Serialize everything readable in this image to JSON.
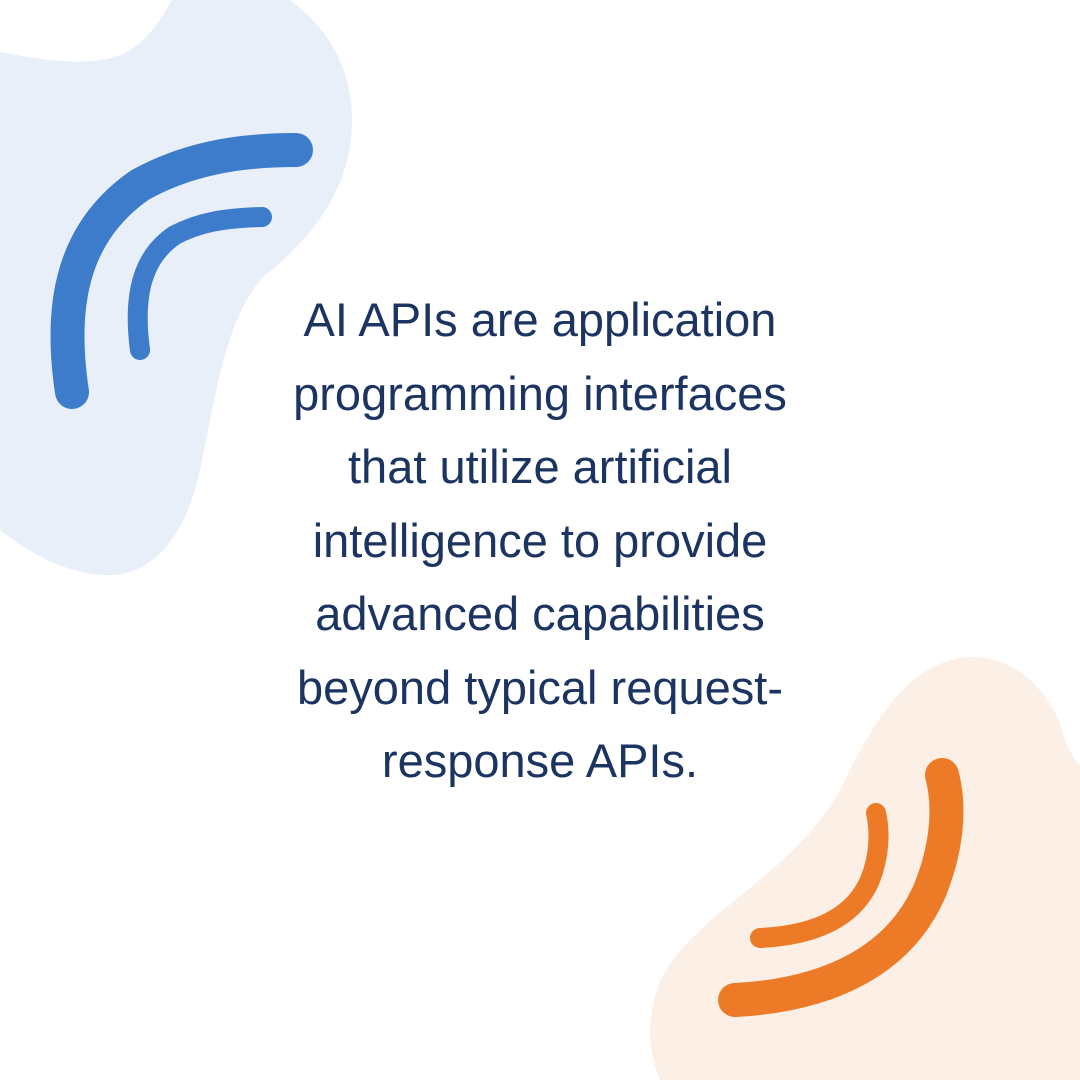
{
  "colors": {
    "background": "#ffffff",
    "blob_top_left": "#e8eff8",
    "blob_bottom_right": "#fcefe6",
    "arcs_top_left": "#3d7ccb",
    "arcs_bottom_right": "#ec7a26",
    "text": "#1c3461"
  },
  "decorations": {
    "top_left": "signal-arcs-icon",
    "bottom_right": "signal-arcs-icon"
  },
  "quote": {
    "lines": [
      "AI APIs are application",
      "programming interfaces",
      "that utilize artificial",
      "intelligence to provide",
      "advanced capabilities",
      "beyond typical request-",
      "response APIs."
    ]
  }
}
